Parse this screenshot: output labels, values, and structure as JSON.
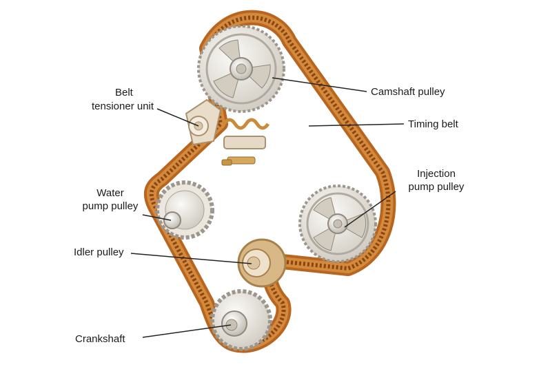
{
  "labels": {
    "camshaft_pulley": "Camshaft pulley",
    "timing_belt": "Timing belt",
    "belt_tensioner_line1": "Belt",
    "belt_tensioner_line2": "tensioner unit",
    "injection_line1": "Injection",
    "injection_line2": "pump pulley",
    "water_line1": "Water",
    "water_line2": "pump pulley",
    "idler_pulley": "Idler pulley",
    "crankshaft": "Crankshaft"
  },
  "colors": {
    "belt_outer": "#b8651f",
    "belt_inner": "#d48a3c",
    "belt_highlight": "#eeb470",
    "pulley_face": "#e8e4dc",
    "pulley_edge": "#9c968c",
    "leader": "#222222"
  }
}
